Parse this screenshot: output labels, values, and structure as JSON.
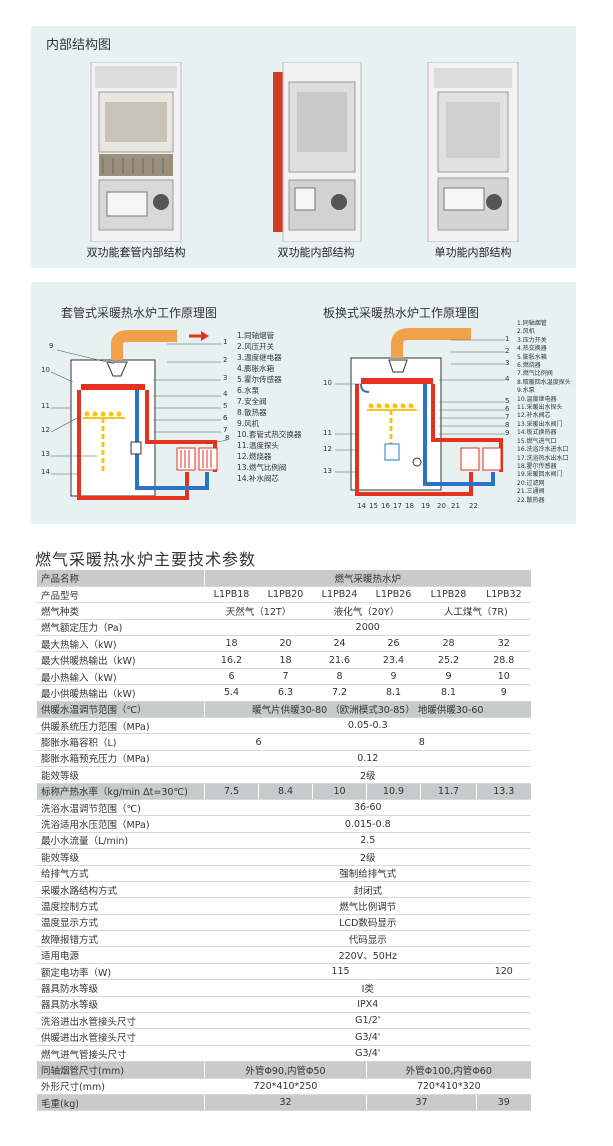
{
  "structure": {
    "title": "内部结构图",
    "captions": [
      "双功能套管内部结构",
      "双功能内部结构",
      "单功能内部结构"
    ]
  },
  "diagrams": {
    "left": {
      "title": "套管式采暖热水炉工作原理图",
      "legend": [
        "1.同轴烟管",
        "2.风压开关",
        "3.温度继电器",
        "4.膨胀水箱",
        "5.霍尔传感器",
        "6.水泵",
        "7.安全阀",
        "8.散热器",
        "9.风机",
        "10.套管式热交换器",
        "11.温度探头",
        "12.燃烧器",
        "13.燃气比例阀",
        "14.补水阀芯"
      ],
      "callouts_right": [
        "1",
        "2",
        "3",
        "4",
        "5",
        "6",
        "7",
        "8"
      ],
      "callouts_left": [
        "9",
        "10",
        "11",
        "12",
        "13",
        "14"
      ]
    },
    "right": {
      "title": "板换式采暖热水炉工作原理图",
      "legend": [
        "1.同轴烟管",
        "2.风机",
        "3.压力开关",
        "4.热交换器",
        "5.膨胀水箱",
        "6.燃烧器",
        "7.燃气比例阀",
        "8.取暖回水温度探头",
        "9.水泵",
        "10.温度继电器",
        "11.采暖出水探头",
        "12.补水阀芯",
        "13.采暖出水阀门",
        "14.板式换热器",
        "15.燃气进气口",
        "16.洗浴冷水进水口",
        "17.洗浴热水出水口",
        "18.霍尔传感器",
        "19.采暖回水阀门",
        "20.过滤网",
        "21.三通阀",
        "22.散热器"
      ],
      "callouts_right": [
        "1",
        "2",
        "3",
        "4",
        "5",
        "6",
        "7",
        "8",
        "9"
      ],
      "callouts_left": [
        "10",
        "11",
        "12",
        "13"
      ],
      "callouts_bottom": [
        "14",
        "15",
        "16",
        "17",
        "18",
        "19",
        "20",
        "21",
        "22"
      ]
    }
  },
  "params_title": "燃气采暖热水炉主要技术参数",
  "table": {
    "rows": [
      {
        "label": "产品名称",
        "style": "dark",
        "cells": [
          {
            "text": "燃气采暖热水炉",
            "span": 6
          }
        ]
      },
      {
        "label": "产品型号",
        "style": "light",
        "cells": [
          {
            "text": "L1PB18",
            "span": 1
          },
          {
            "text": "L1PB20",
            "span": 1
          },
          {
            "text": "L1PB24",
            "span": 1
          },
          {
            "text": "L1PB26",
            "span": 1
          },
          {
            "text": "L1PB28",
            "span": 1
          },
          {
            "text": "L1PB32",
            "span": 1
          }
        ]
      },
      {
        "label": "燃气种类",
        "style": "light",
        "cells": [
          {
            "text": "天然气（12T）",
            "span": 2
          },
          {
            "text": "液化气（20Y）",
            "span": 2
          },
          {
            "text": "人工煤气（7R)",
            "span": 2
          }
        ]
      },
      {
        "label": "燃气额定压力（Pa)",
        "style": "light",
        "cells": [
          {
            "text": "2000",
            "span": 6
          }
        ]
      },
      {
        "label": "最大热输入（kW)",
        "style": "light",
        "cells": [
          {
            "text": "18",
            "span": 1
          },
          {
            "text": "20",
            "span": 1
          },
          {
            "text": "24",
            "span": 1
          },
          {
            "text": "26",
            "span": 1
          },
          {
            "text": "28",
            "span": 1
          },
          {
            "text": "32",
            "span": 1
          }
        ]
      },
      {
        "label": "最大供暖热输出（kW)",
        "style": "light",
        "cells": [
          {
            "text": "16.2",
            "span": 1
          },
          {
            "text": "18",
            "span": 1
          },
          {
            "text": "21.6",
            "span": 1
          },
          {
            "text": "23.4",
            "span": 1
          },
          {
            "text": "25.2",
            "span": 1
          },
          {
            "text": "28.8",
            "span": 1
          }
        ]
      },
      {
        "label": "最小热输入（kW)",
        "style": "light",
        "cells": [
          {
            "text": "6",
            "span": 1
          },
          {
            "text": "7",
            "span": 1
          },
          {
            "text": "8",
            "span": 1
          },
          {
            "text": "9",
            "span": 1
          },
          {
            "text": "9",
            "span": 1
          },
          {
            "text": "10",
            "span": 1
          }
        ]
      },
      {
        "label": "最小供暖热输出（kW)",
        "style": "light",
        "cells": [
          {
            "text": "5.4",
            "span": 1
          },
          {
            "text": "6.3",
            "span": 1
          },
          {
            "text": "7.2",
            "span": 1
          },
          {
            "text": "8.1",
            "span": 1
          },
          {
            "text": "8.1",
            "span": 1
          },
          {
            "text": "9",
            "span": 1
          }
        ]
      },
      {
        "label": "供暖水温调节范围（℃）",
        "style": "dark",
        "cells": [
          {
            "text": "暖气片供暖30-80 （欧洲模式30-85）  地暖供暖30-60",
            "span": 6
          }
        ]
      },
      {
        "label": "供暖系统压力范围（MPa)",
        "style": "light",
        "cells": [
          {
            "text": "0.05-0.3",
            "span": 6
          }
        ]
      },
      {
        "label": "膨胀水箱容积（L)",
        "style": "light",
        "cells": [
          {
            "text": "6",
            "span": 2
          },
          {
            "text": "8",
            "span": 4
          }
        ]
      },
      {
        "label": "膨胀水箱预充压力（MPa)",
        "style": "light",
        "cells": [
          {
            "text": "0.12",
            "span": 6
          }
        ]
      },
      {
        "label": "能效等级",
        "style": "light",
        "cells": [
          {
            "text": "2级",
            "span": 6
          }
        ]
      },
      {
        "label": "标称产热水率（kg/min Δt=30℃)",
        "style": "dark",
        "cells": [
          {
            "text": "7.5",
            "span": 1
          },
          {
            "text": "8.4",
            "span": 1
          },
          {
            "text": "10",
            "span": 1
          },
          {
            "text": "10.9",
            "span": 1
          },
          {
            "text": "11.7",
            "span": 1
          },
          {
            "text": "13.3",
            "span": 1
          }
        ]
      },
      {
        "label": "洗浴水温调节范围（℃)",
        "style": "light",
        "cells": [
          {
            "text": "36-60",
            "span": 6
          }
        ]
      },
      {
        "label": "洗浴适用水压范围（MPa)",
        "style": "light",
        "cells": [
          {
            "text": "0.015-0.8",
            "span": 6
          }
        ]
      },
      {
        "label": "最小水流量（L/min)",
        "style": "light",
        "cells": [
          {
            "text": "2.5",
            "span": 6
          }
        ]
      },
      {
        "label": "能效等级",
        "style": "light",
        "cells": [
          {
            "text": "2级",
            "span": 6
          }
        ]
      },
      {
        "label": "给排气方式",
        "style": "light",
        "cells": [
          {
            "text": "强制给排气式",
            "span": 6
          }
        ]
      },
      {
        "label": "采暖水路结构方式",
        "style": "light",
        "cells": [
          {
            "text": "封闭式",
            "span": 6
          }
        ]
      },
      {
        "label": "温度控制方式",
        "style": "light",
        "cells": [
          {
            "text": "燃气比例调节",
            "span": 6
          }
        ]
      },
      {
        "label": "温度显示方式",
        "style": "light",
        "cells": [
          {
            "text": "LCD数码显示",
            "span": 6
          }
        ]
      },
      {
        "label": "故障报错方式",
        "style": "light",
        "cells": [
          {
            "text": "代码显示",
            "span": 6
          }
        ]
      },
      {
        "label": "适用电源",
        "style": "light",
        "cells": [
          {
            "text": "220V、50Hz",
            "span": 6
          }
        ]
      },
      {
        "label": "额定电功率（W)",
        "style": "light",
        "cells": [
          {
            "text": "115",
            "span": 5
          },
          {
            "text": "120",
            "span": 1
          }
        ]
      },
      {
        "label": "器具防水等级",
        "style": "light",
        "cells": [
          {
            "text": "I类",
            "span": 6
          }
        ]
      },
      {
        "label": "器具防水等级",
        "style": "light",
        "cells": [
          {
            "text": "IPX4",
            "span": 6
          }
        ]
      },
      {
        "label": "洗浴进出水管接头尺寸",
        "style": "light",
        "cells": [
          {
            "text": "G1/2'",
            "span": 6
          }
        ]
      },
      {
        "label": "供暖进出水管接头尺寸",
        "style": "light",
        "cells": [
          {
            "text": "G3/4'",
            "span": 6
          }
        ]
      },
      {
        "label": "燃气进气管接头尺寸",
        "style": "light",
        "cells": [
          {
            "text": "G3/4'",
            "span": 6
          }
        ]
      },
      {
        "label": "同轴烟管尺寸(mm)",
        "style": "dark",
        "cells": [
          {
            "text": "外管Φ90,内管Φ50",
            "span": 3
          },
          {
            "text": "外管Φ100,内管Φ60",
            "span": 3
          }
        ]
      },
      {
        "label": "外形尺寸(mm)",
        "style": "light",
        "cells": [
          {
            "text": "720*410*250",
            "span": 3
          },
          {
            "text": "720*410*320",
            "span": 3
          }
        ]
      },
      {
        "label": "毛重(kg)",
        "style": "dark",
        "cells": [
          {
            "text": "32",
            "span": 3
          },
          {
            "text": "37",
            "span": 2
          },
          {
            "text": "39",
            "span": 1
          }
        ]
      }
    ]
  }
}
